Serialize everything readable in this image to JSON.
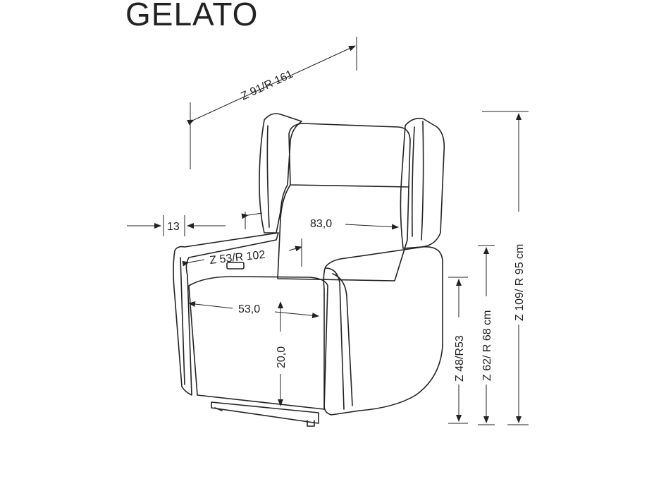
{
  "title": "GELATO",
  "dimensions": {
    "depth_total": "Z 91/R 161",
    "arm_width": "13",
    "back_width": "83,0",
    "seat_depth": "Z 53/R 102",
    "seat_width": "53,0",
    "seat_cushion": "20,0",
    "seat_height": "Z 48/R53",
    "arm_height": "Z 62/ R 68 cm",
    "total_height": "Z 109/ R 95 cm"
  },
  "colors": {
    "line": "#222222",
    "panel": "#f4f4f4",
    "background": "#ffffff"
  }
}
